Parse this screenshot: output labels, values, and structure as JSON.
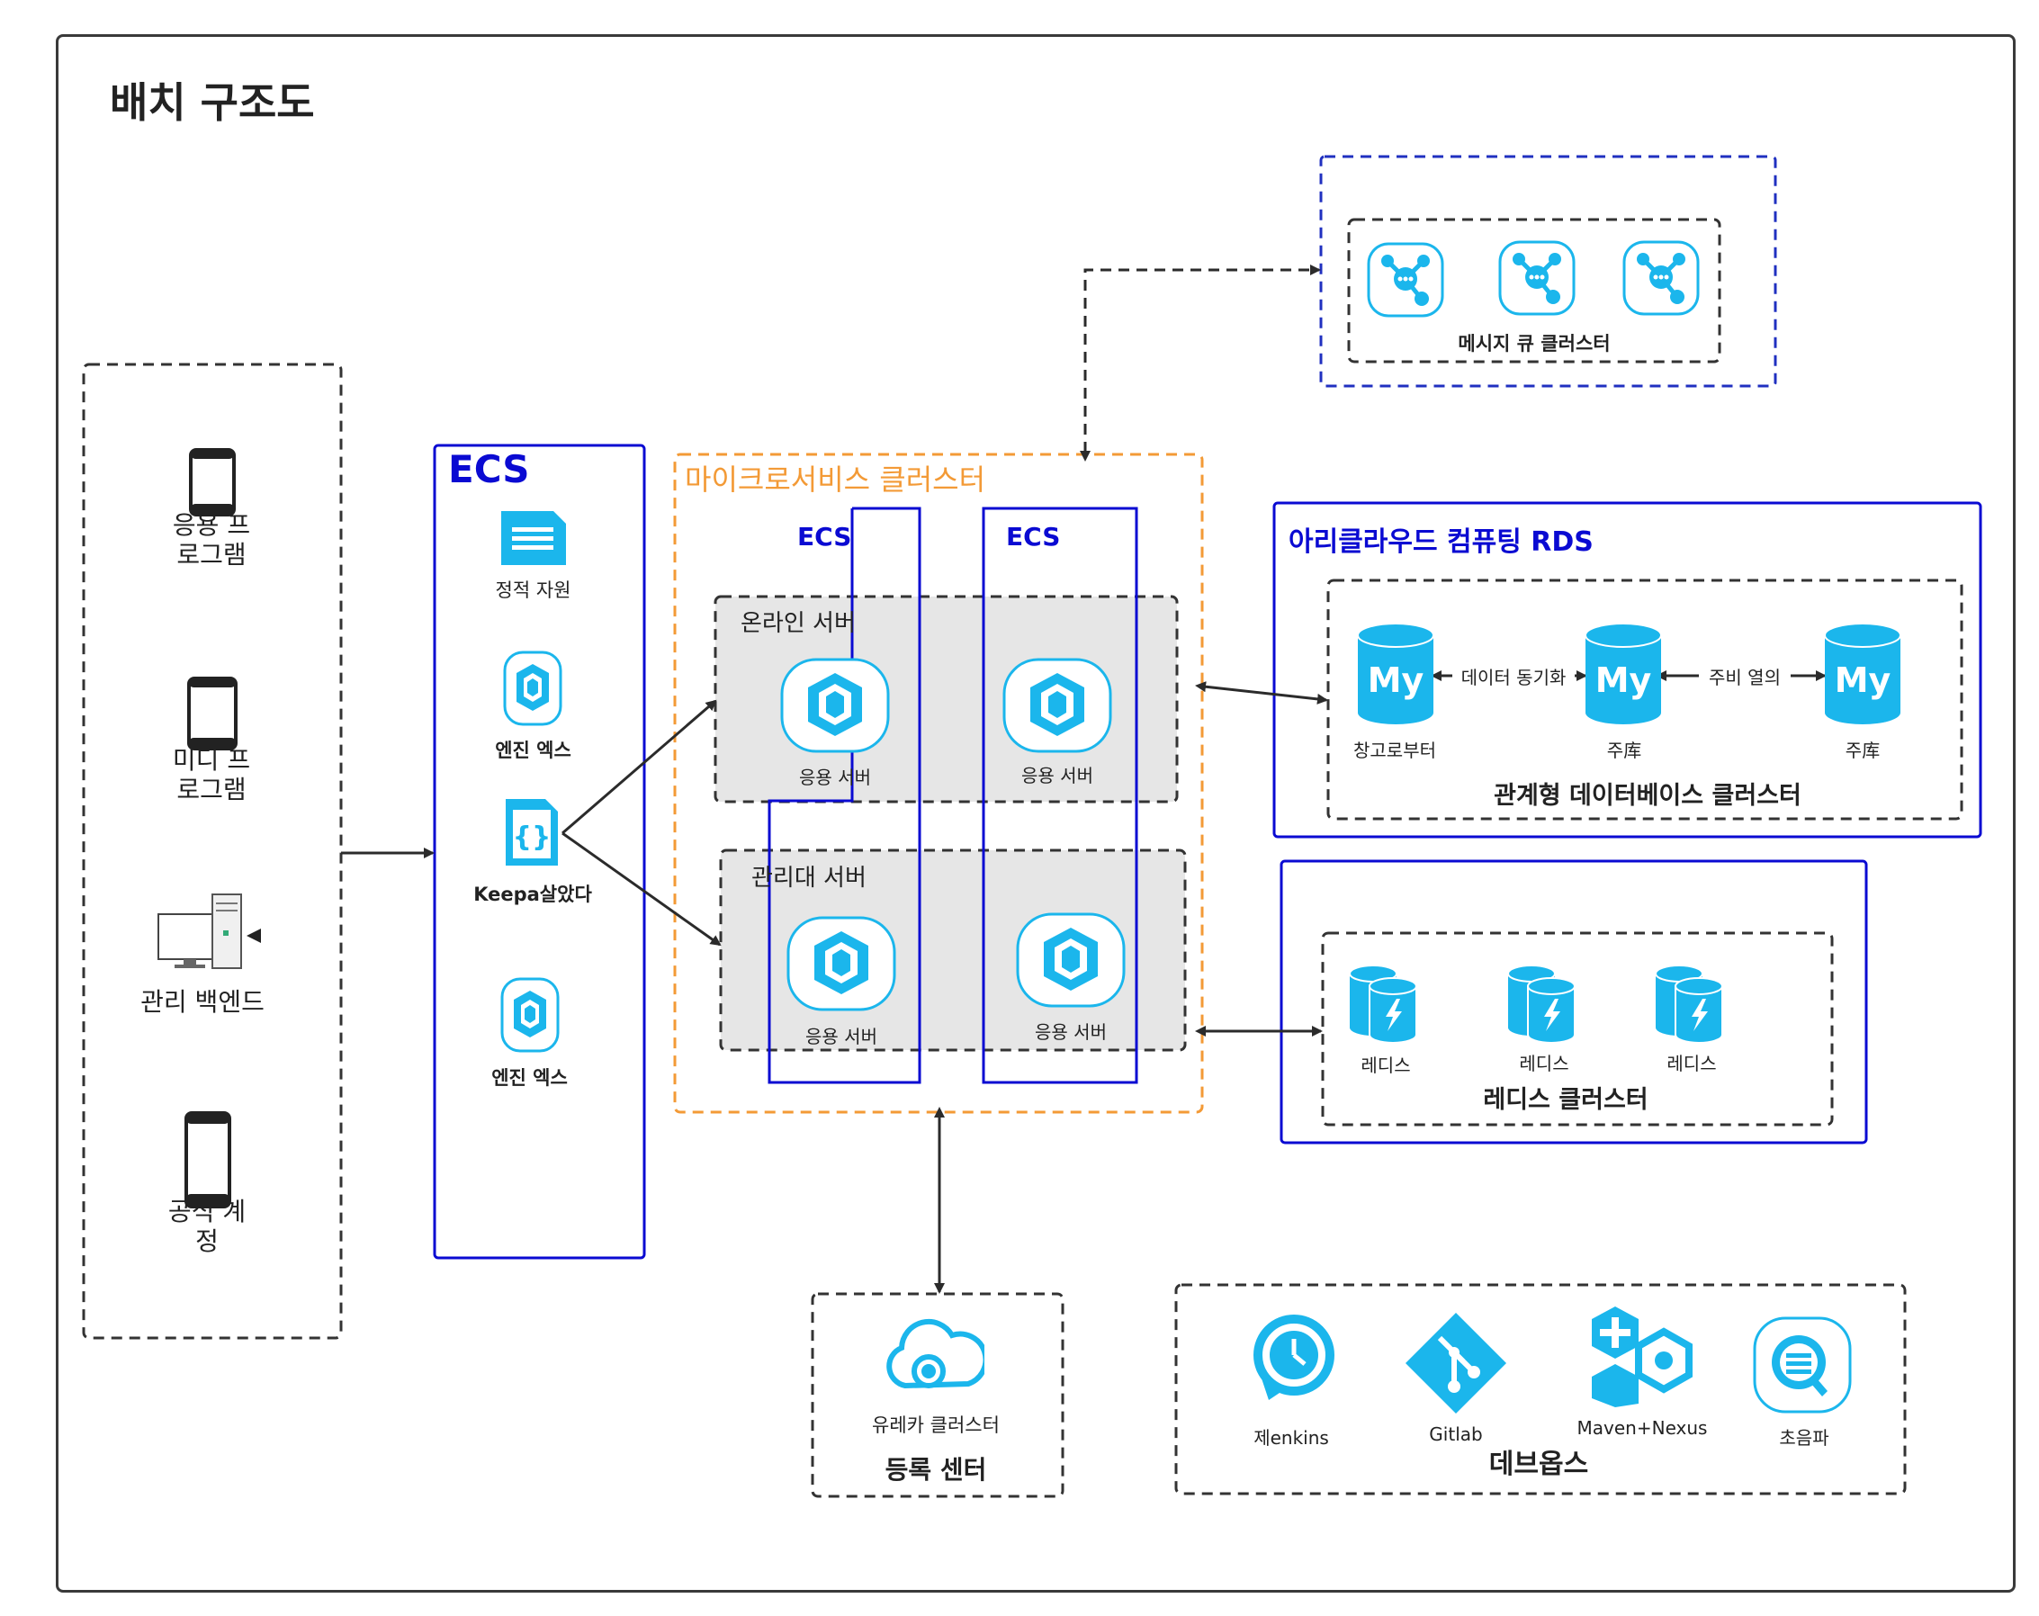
{
  "title": "배치 구조도",
  "clients": {
    "items": [
      {
        "line1": "응용 프",
        "line2": "로그램"
      },
      {
        "line1": "미디 프",
        "line2": "로그램"
      },
      {
        "line1": "관리 백엔드",
        "line2": ""
      },
      {
        "line1": "공식 계",
        "line2": "정"
      }
    ]
  },
  "ecs_left": {
    "title": "ECS",
    "static_label": "정적 자원",
    "engine1_label": "엔진 엑스",
    "keepalived_label": "Keepa살았다",
    "engine2_label": "엔진 엑스"
  },
  "micro": {
    "title": "마이크로서비스 클러스터",
    "ecs1": "ECS",
    "ecs2": "ECS",
    "online_title": "온라인 서버",
    "admin_title": "관리대 서버",
    "app_label": "응용 서버"
  },
  "mq": {
    "label": "메시지 큐 클러스터"
  },
  "rds": {
    "title": "아리클라우드 컴퓨팅 RDS",
    "db1": "창고로부터",
    "db2": "주库",
    "db3": "주库",
    "sync_label": "데이터 동기화",
    "replica_label": "주비 열의",
    "cluster_label": "관계형 데이터베이스 클러스터",
    "my_logo": "My"
  },
  "redis": {
    "item_label": "레디스",
    "cluster_label": "레디스 클러스터"
  },
  "registry": {
    "eureka_label": "유레카 클러스터",
    "center_label": "등록 센터"
  },
  "devops": {
    "jenkins": "제enkins",
    "gitlab": "Gitlab",
    "maven": "Maven+Nexus",
    "sonar": "초음파",
    "title": "데브옵스"
  },
  "colors": {
    "accent_blue": "#1bb6ec",
    "frame_blue": "#0a0ad2",
    "mq_blue": "#2030c0",
    "orange": "#f39a36",
    "dark": "#2b2b2b"
  }
}
